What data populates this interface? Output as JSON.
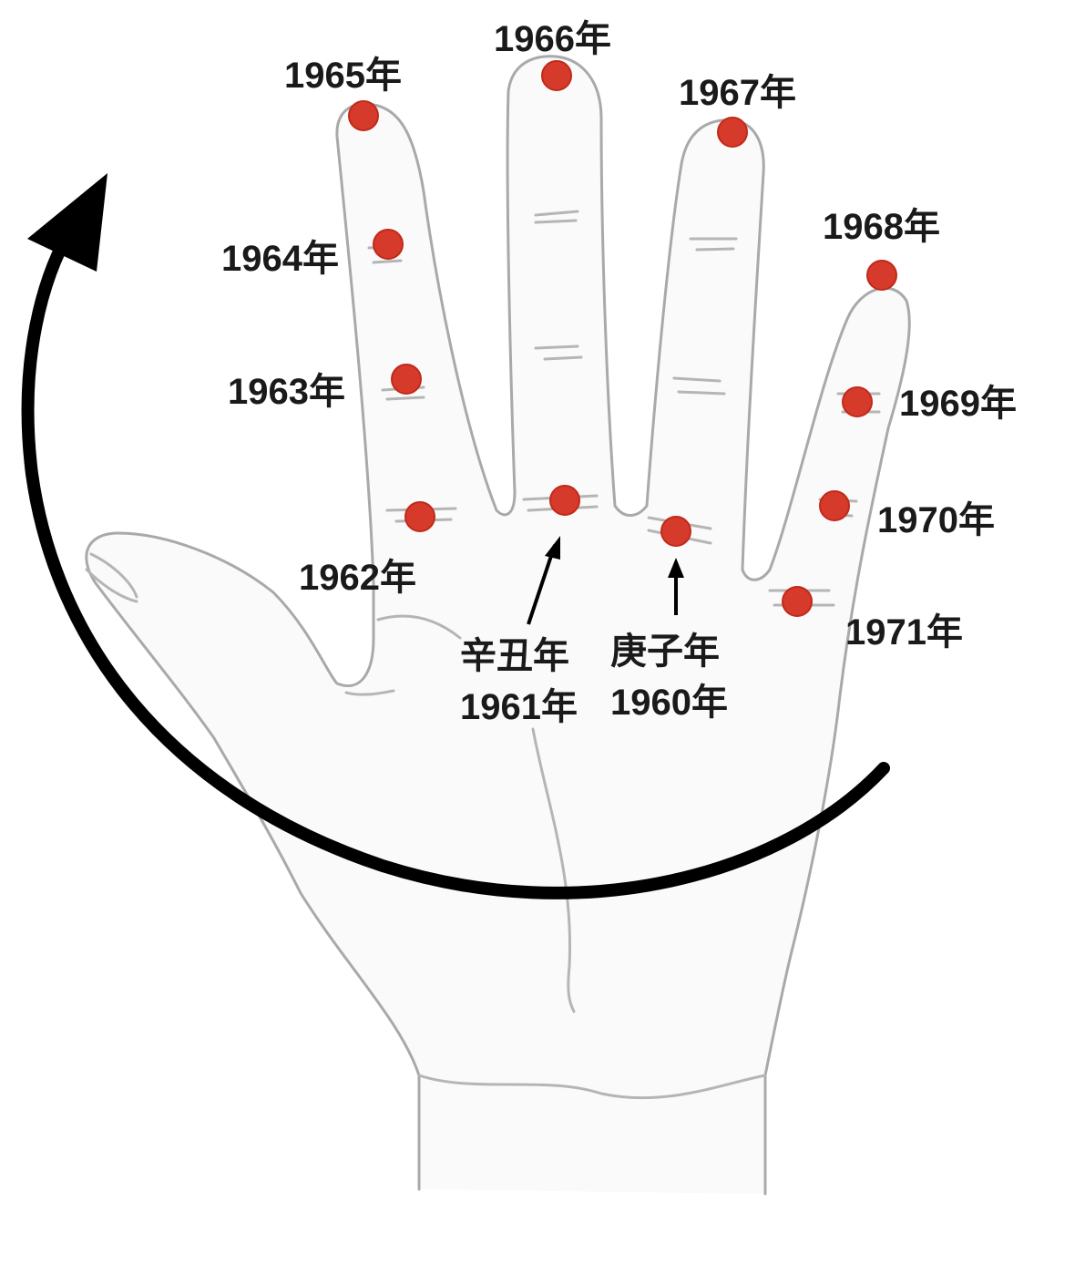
{
  "diagram": {
    "points": [
      {
        "id": "p1960",
        "label": "1960年",
        "sublabel": "庚子年"
      },
      {
        "id": "p1961",
        "label": "1961年",
        "sublabel": "辛丑年"
      },
      {
        "id": "p1962",
        "label": "1962年"
      },
      {
        "id": "p1963",
        "label": "1963年"
      },
      {
        "id": "p1964",
        "label": "1964年"
      },
      {
        "id": "p1965",
        "label": "1965年"
      },
      {
        "id": "p1966",
        "label": "1966年"
      },
      {
        "id": "p1967",
        "label": "1967年"
      },
      {
        "id": "p1968",
        "label": "1968年"
      },
      {
        "id": "p1969",
        "label": "1969年"
      },
      {
        "id": "p1970",
        "label": "1970年"
      },
      {
        "id": "p1971",
        "label": "1971年"
      }
    ],
    "colors": {
      "marker": "#d63a2a",
      "outline": "#a9a9a9",
      "arrow": "#000000",
      "text": "#1a1a1a",
      "skin": "#fafafa"
    }
  }
}
